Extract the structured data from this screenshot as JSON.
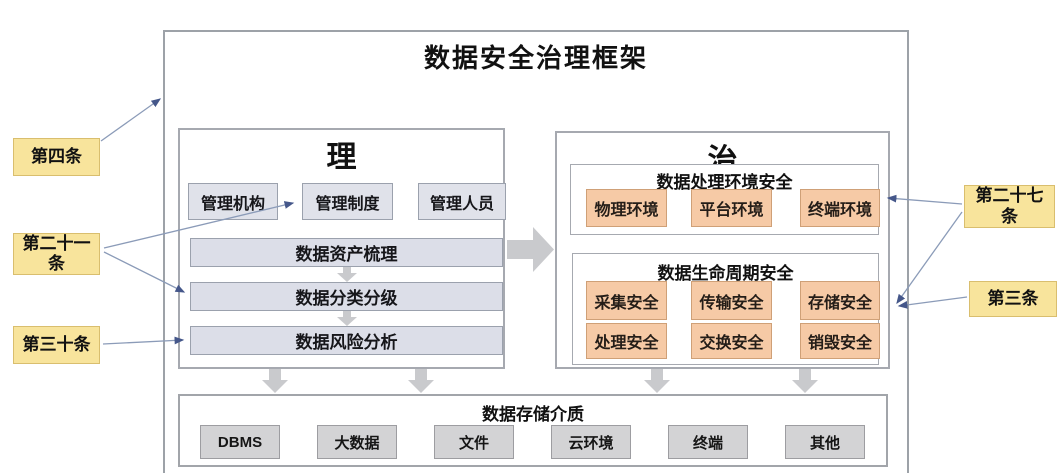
{
  "frame": {
    "title": "数据安全治理框架"
  },
  "li_section": {
    "title": "理",
    "org_boxes": [
      {
        "label": "管理机构"
      },
      {
        "label": "管理制度"
      },
      {
        "label": "管理人员"
      }
    ],
    "process_bars": [
      {
        "label": "数据资产梳理"
      },
      {
        "label": "数据分类分级"
      },
      {
        "label": "数据风险分析"
      }
    ]
  },
  "zhi_section": {
    "title": "治",
    "env_group": {
      "title": "数据处理环境安全",
      "cells": [
        {
          "label": "物理环境"
        },
        {
          "label": "平台环境"
        },
        {
          "label": "终端环境"
        }
      ]
    },
    "lifecycle_group": {
      "title": "数据生命周期安全",
      "cells": [
        {
          "label": "采集安全"
        },
        {
          "label": "传输安全"
        },
        {
          "label": "存储安全"
        },
        {
          "label": "处理安全"
        },
        {
          "label": "交换安全"
        },
        {
          "label": "销毁安全"
        }
      ]
    }
  },
  "storage_section": {
    "title": "数据存储介质",
    "items": [
      {
        "label": "DBMS"
      },
      {
        "label": "大数据"
      },
      {
        "label": "文件"
      },
      {
        "label": "云环境"
      },
      {
        "label": "终端"
      },
      {
        "label": "其他"
      }
    ]
  },
  "annotations": {
    "left": [
      {
        "label": "第四条"
      },
      {
        "label": "第二十一条"
      },
      {
        "label": "第三十条"
      }
    ],
    "right": [
      {
        "label": "第二十七条"
      },
      {
        "label": "第三条"
      }
    ]
  },
  "colors": {
    "salmon_fill": "#f6caa6",
    "lavender_fill": "#dcdee8",
    "yellow_fill": "#f8e49c",
    "gray_fill": "#d3d3d5",
    "block_arrow_gray": "#c9cacd",
    "connector_line": "#8b9bb8",
    "connector_head": "#45578a"
  }
}
